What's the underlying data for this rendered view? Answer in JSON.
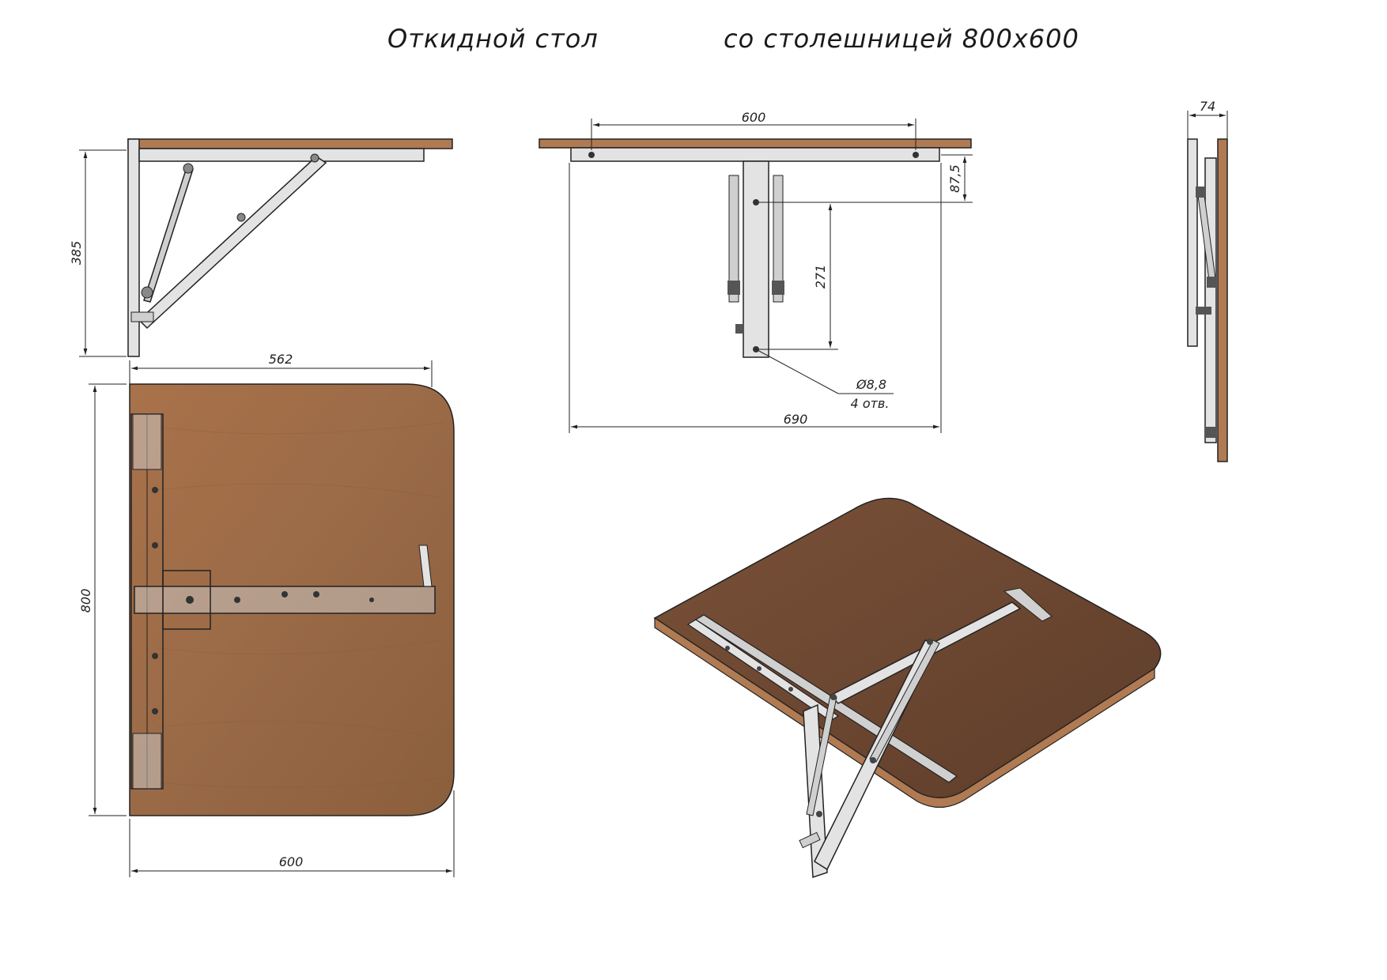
{
  "title": {
    "left": "Откидной стол",
    "right": "со столешницей 800x600"
  },
  "dimensions": {
    "side_height": "385",
    "top_depth": "562",
    "top_length": "800",
    "top_width_bottom": "600",
    "front_width": "600",
    "front_offset": "87,5",
    "front_height": "271",
    "hole_diameter": "Ø8,8",
    "hole_count": "4 отв.",
    "front_total": "690",
    "folded_depth": "74"
  },
  "colors": {
    "wood": "#9a6a47",
    "wood_dark": "#6e4a33",
    "metal": "#d9d9d9",
    "line": "#222222"
  }
}
